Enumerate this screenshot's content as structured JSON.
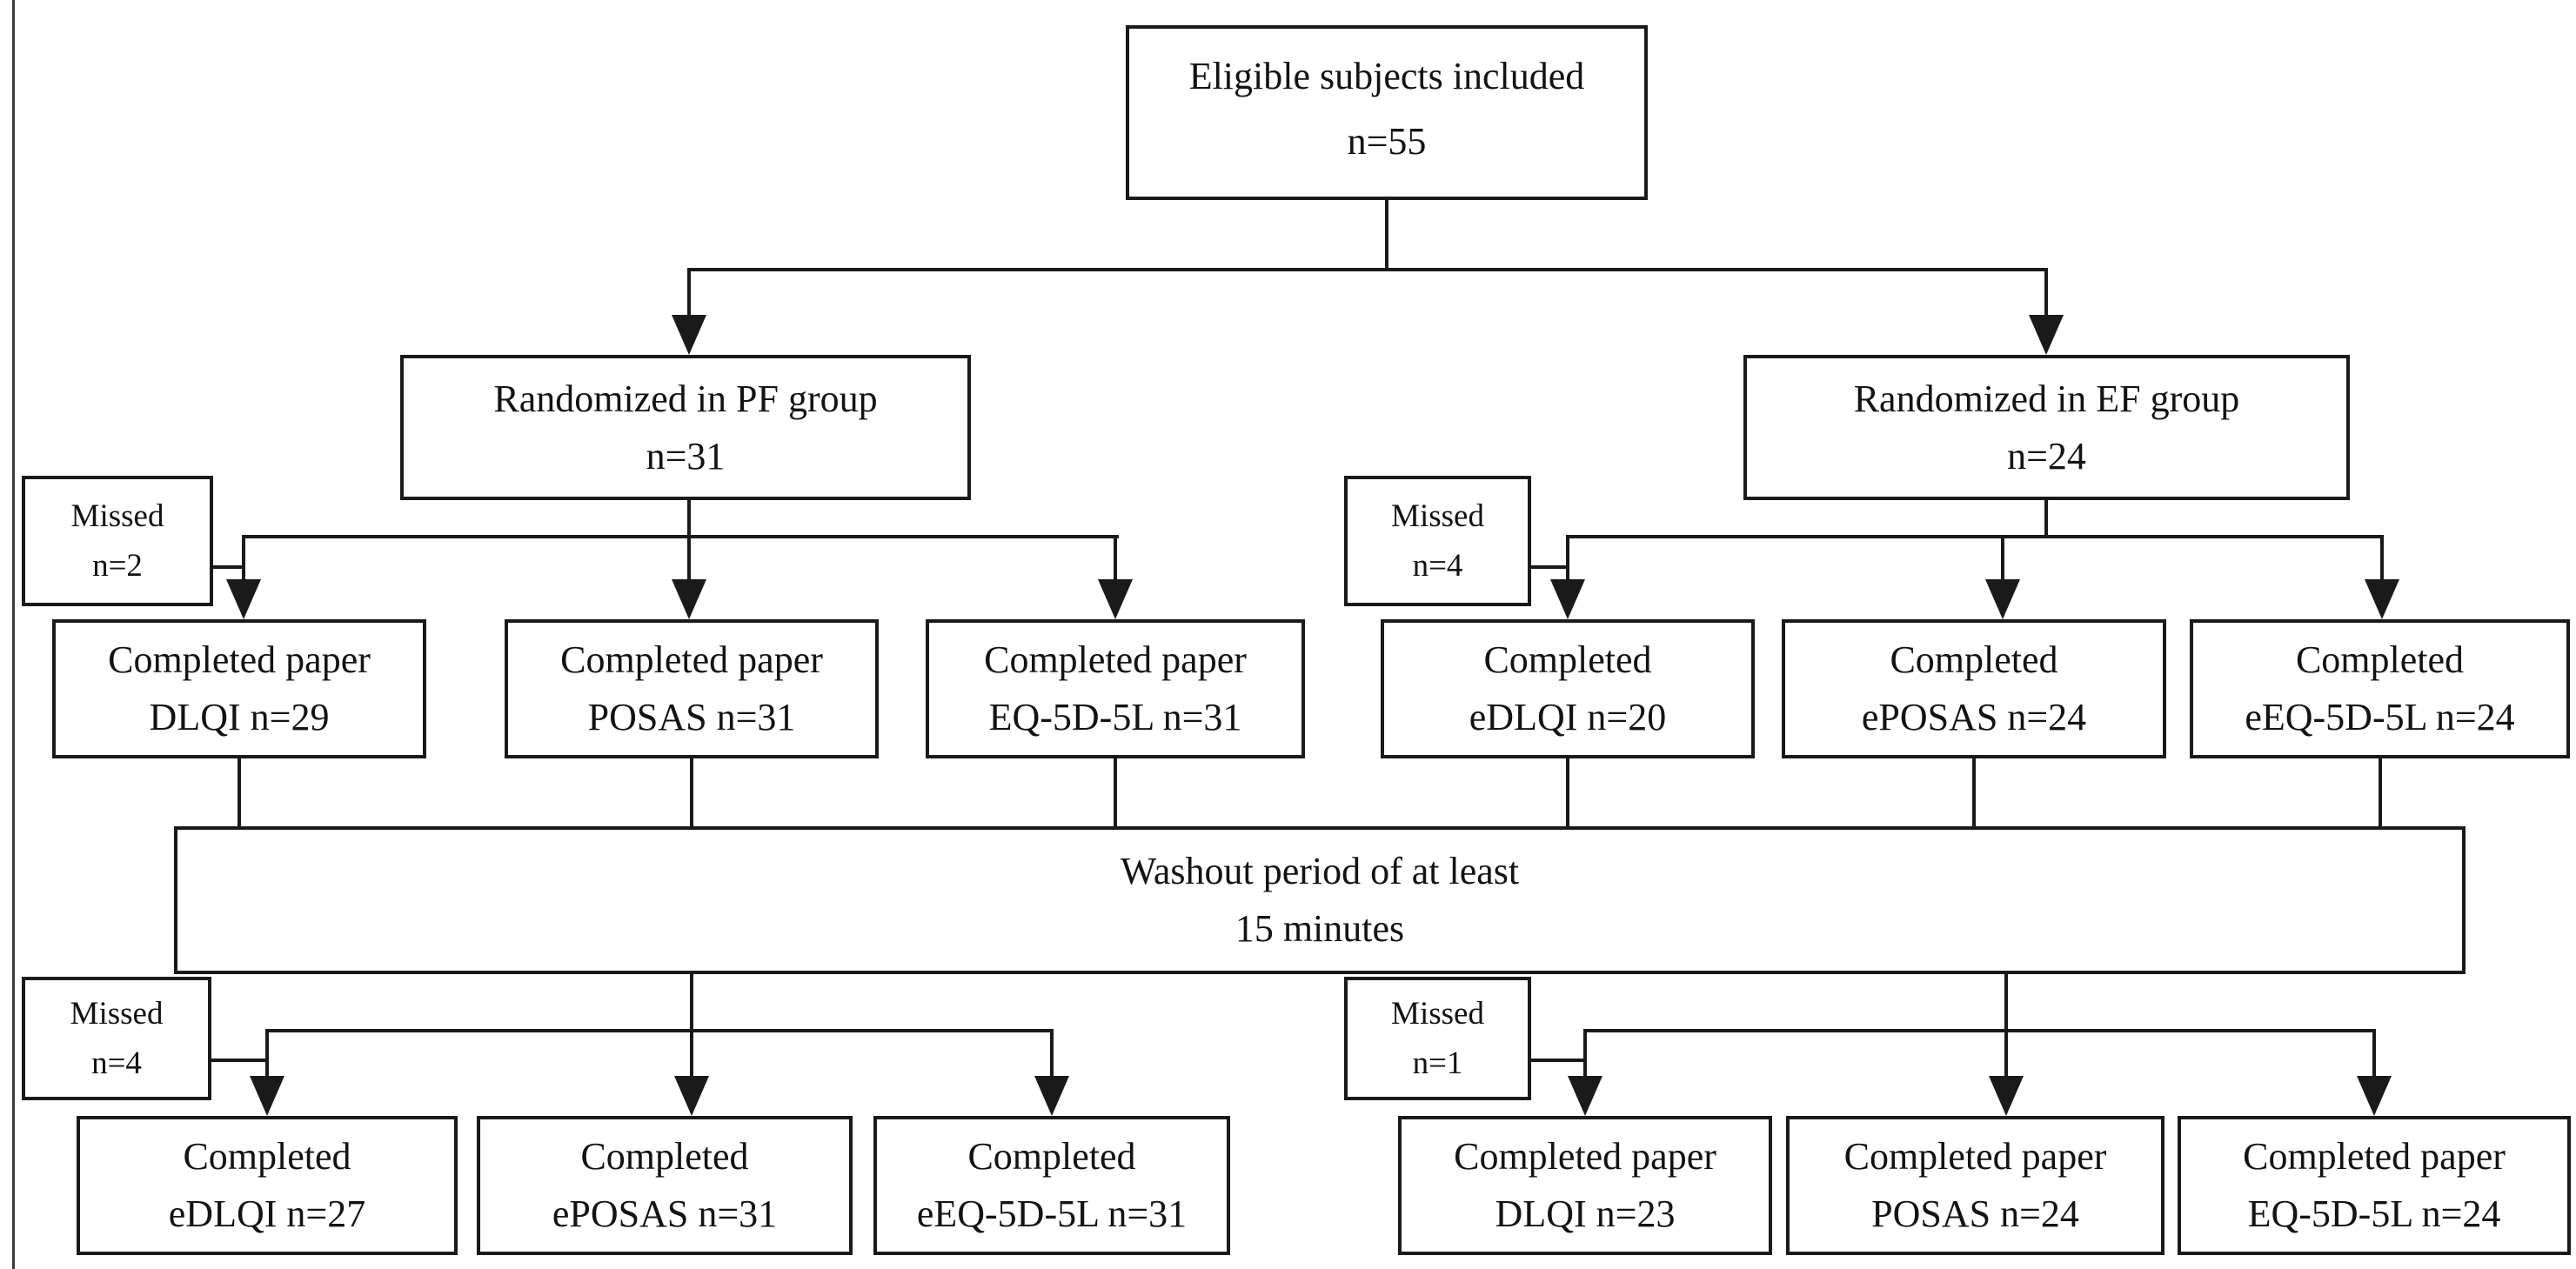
{
  "figure": {
    "kind": "randomization-flow-diagram",
    "background_color": "#ffffff",
    "line_color": "#1a1a1a",
    "box_fill_color": "#ffffff",
    "text_color": "#131313"
  },
  "nodes": {
    "eligible": {
      "line1": "Eligible subjects included",
      "line2": "n=55"
    },
    "randomized_pf": {
      "line1": "Randomized in PF group",
      "line2": "n=31"
    },
    "randomized_ef": {
      "line1": "Randomized in EF group",
      "line2": "n=24"
    },
    "missed_pf": {
      "line1": "Missed",
      "line2": "n=2"
    },
    "pf_paper_dlqi": {
      "line1": "Completed paper",
      "line2": "DLQI n=29"
    },
    "pf_paper_posas": {
      "line1": "Completed paper",
      "line2": "POSAS n=31"
    },
    "pf_paper_eq5d": {
      "line1": "Completed paper",
      "line2": "EQ-5D-5L n=31"
    },
    "missed_ef": {
      "line1": "Missed",
      "line2": "n=4"
    },
    "ef_edlqi": {
      "line1": "Completed",
      "line2": "eDLQI n=20"
    },
    "ef_eposas": {
      "line1": "Completed",
      "line2": "ePOSAS n=24"
    },
    "ef_eeq5d": {
      "line1": "Completed",
      "line2": "eEQ-5D-5L n=24"
    },
    "washout": {
      "line1": "Washout period of at least",
      "line2": "15 minutes"
    },
    "missed_pf_2": {
      "line1": "Missed",
      "line2": "n=4"
    },
    "pf_edlqi": {
      "line1": "Completed",
      "line2": "eDLQI n=27"
    },
    "pf_eposas": {
      "line1": "Completed",
      "line2": "ePOSAS n=31"
    },
    "pf_eeq5d": {
      "line1": "Completed",
      "line2": "eEQ-5D-5L n=31"
    },
    "missed_ef_2": {
      "line1": "Missed",
      "line2": "n=1"
    },
    "ef_paper_dlqi": {
      "line1": "Completed paper",
      "line2": "DLQI n=23"
    },
    "ef_paper_posas": {
      "line1": "Completed paper",
      "line2": "POSAS n=24"
    },
    "ef_paper_eq5d": {
      "line1": "Completed paper",
      "line2": "EQ-5D-5L n=24"
    }
  },
  "edges": [
    {
      "from": "eligible",
      "to": "randomized_pf",
      "arrow": true
    },
    {
      "from": "eligible",
      "to": "randomized_ef",
      "arrow": true
    },
    {
      "from": "randomized_pf",
      "to": "pf_paper_dlqi",
      "arrow": true
    },
    {
      "from": "randomized_pf",
      "to": "pf_paper_posas",
      "arrow": true
    },
    {
      "from": "randomized_pf",
      "to": "pf_paper_eq5d",
      "arrow": true
    },
    {
      "from": "missed_pf",
      "to": "pf_paper_dlqi_branch",
      "arrow": false
    },
    {
      "from": "randomized_ef",
      "to": "ef_edlqi",
      "arrow": true
    },
    {
      "from": "randomized_ef",
      "to": "ef_eposas",
      "arrow": true
    },
    {
      "from": "randomized_ef",
      "to": "ef_eeq5d",
      "arrow": true
    },
    {
      "from": "missed_ef",
      "to": "ef_edlqi_branch",
      "arrow": false
    },
    {
      "from": "pf_paper_dlqi",
      "to": "washout",
      "arrow": false
    },
    {
      "from": "pf_paper_posas",
      "to": "washout",
      "arrow": false
    },
    {
      "from": "pf_paper_eq5d",
      "to": "washout",
      "arrow": false
    },
    {
      "from": "ef_edlqi",
      "to": "washout",
      "arrow": false
    },
    {
      "from": "ef_eposas",
      "to": "washout",
      "arrow": false
    },
    {
      "from": "ef_eeq5d",
      "to": "washout",
      "arrow": false
    },
    {
      "from": "washout",
      "to": "pf_edlqi",
      "arrow": true
    },
    {
      "from": "washout",
      "to": "pf_eposas",
      "arrow": true
    },
    {
      "from": "washout",
      "to": "pf_eeq5d",
      "arrow": true
    },
    {
      "from": "missed_pf_2",
      "to": "pf_edlqi_branch",
      "arrow": false
    },
    {
      "from": "washout",
      "to": "ef_paper_dlqi",
      "arrow": true
    },
    {
      "from": "washout",
      "to": "ef_paper_posas",
      "arrow": true
    },
    {
      "from": "washout",
      "to": "ef_paper_eq5d",
      "arrow": true
    },
    {
      "from": "missed_ef_2",
      "to": "ef_paper_dlqi_branch",
      "arrow": false
    }
  ]
}
